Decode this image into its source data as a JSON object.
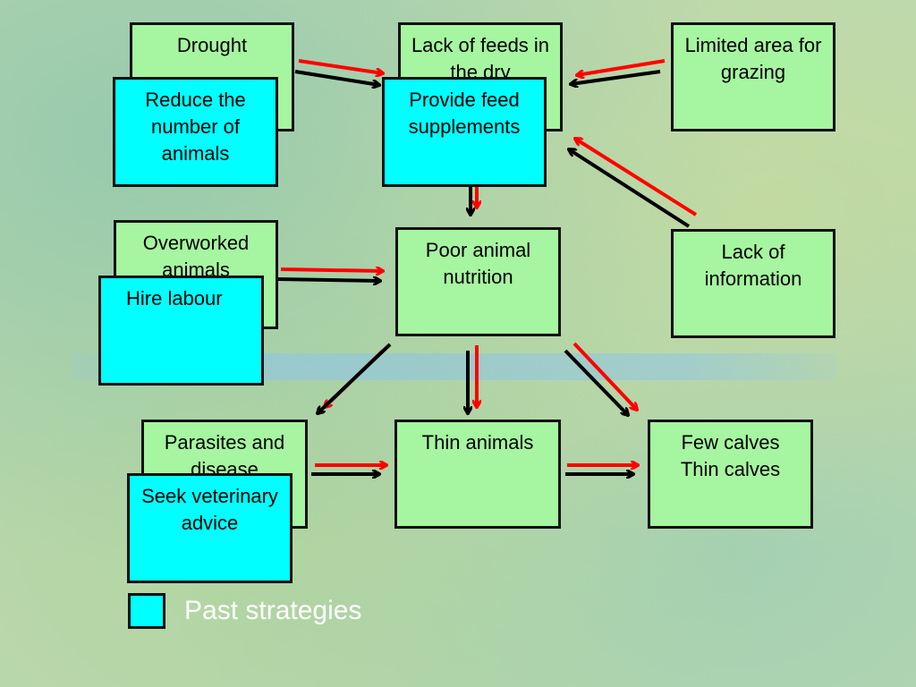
{
  "problems": {
    "drought": "Drought",
    "lack_of_feeds": "Lack of feeds in the dry",
    "limited_area": "Limited area for grazing",
    "overworked": "Overworked animals",
    "poor_nutrition": "Poor animal nutrition",
    "lack_of_info": "Lack of information",
    "parasites": "Parasites and disease",
    "thin_animals": "Thin animals",
    "few_calves_line1": "Few calves",
    "few_calves_line2": "Thin calves"
  },
  "strategies": {
    "reduce_animals": "Reduce the number of animals",
    "feed_supplements": "Provide feed supplements",
    "hire_labour": "Hire labour",
    "veterinary": "Seek veterinary advice"
  },
  "legend": {
    "label": "Past strategies",
    "swatch_color": "#00ffff"
  },
  "colors": {
    "problem_box": "#a6f5a0",
    "strategy_box": "#00ffff",
    "arrow_red": "#ff0000",
    "arrow_black": "#000000"
  }
}
